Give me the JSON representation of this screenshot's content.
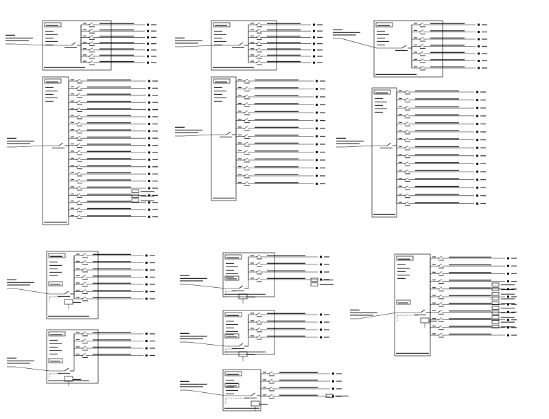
{
  "diagram": {
    "stroke_color": "#000000",
    "background": "#ffffff",
    "panels": [
      {
        "id": "panel-1",
        "circuits": 7,
        "has_meter": false,
        "has_relay": false
      },
      {
        "id": "panel-2",
        "circuits": 7,
        "has_meter": false,
        "has_relay": false
      },
      {
        "id": "panel-3",
        "circuits": 7,
        "has_meter": false,
        "has_relay": false
      },
      {
        "id": "panel-4",
        "circuits": 20,
        "has_meter": false,
        "has_relay": false
      },
      {
        "id": "panel-5",
        "circuits": 14,
        "has_meter": false,
        "has_relay": false
      },
      {
        "id": "panel-6",
        "circuits": 15,
        "has_meter": false,
        "has_relay": false
      },
      {
        "id": "panel-7",
        "circuits": 7,
        "has_meter": true,
        "has_relay": true
      },
      {
        "id": "panel-8",
        "circuits": 4,
        "has_meter": true,
        "has_relay": true
      },
      {
        "id": "panel-9",
        "circuits": 4,
        "has_meter": true,
        "has_relay": true
      },
      {
        "id": "panel-10",
        "circuits": 4,
        "has_meter": true,
        "has_relay": true
      },
      {
        "id": "panel-11",
        "circuits": 4,
        "has_meter": true,
        "has_relay": true
      },
      {
        "id": "panel-12",
        "circuits": 11,
        "has_meter": true,
        "has_relay": true
      }
    ]
  }
}
